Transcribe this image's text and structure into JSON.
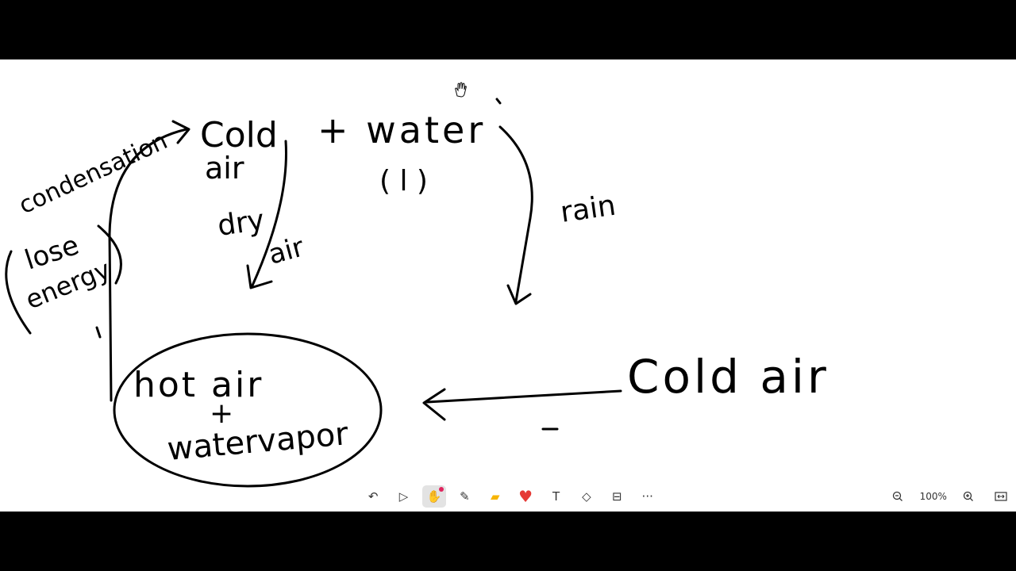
{
  "board": {
    "labels": {
      "condensation": "condensation",
      "cold_air_top_1": "Cold",
      "cold_air_top_2": "air",
      "plus_water": "+ water",
      "liquid": "( l )",
      "dry": "dry",
      "air_small": "air",
      "rain": "rain",
      "lose": "lose",
      "energy": "energy",
      "hot_air": "hot air",
      "plus": "+",
      "water_vapor": "watervapor",
      "cold_air_right": "Cold air"
    }
  },
  "toolbar": {
    "tools": [
      {
        "name": "undo-icon",
        "glyph": "↶"
      },
      {
        "name": "select-icon",
        "glyph": "▷"
      },
      {
        "name": "hand-icon",
        "glyph": "✋"
      },
      {
        "name": "pen-icon",
        "glyph": "✎"
      },
      {
        "name": "sticky-note-icon",
        "glyph": "▰"
      },
      {
        "name": "heart-icon",
        "glyph": "♥"
      },
      {
        "name": "text-icon",
        "glyph": "T"
      },
      {
        "name": "shapes-icon",
        "glyph": "◇"
      },
      {
        "name": "frame-icon",
        "glyph": "⊟"
      },
      {
        "name": "more-icon",
        "glyph": "···"
      }
    ],
    "active_tool": "hand-icon",
    "accent": "#e0245e",
    "sticky_color": "#f7b500",
    "heart_color": "#e53935"
  },
  "zoom": {
    "level": "100%",
    "zoom_out_icon": "zoom-out-icon",
    "zoom_in_icon": "zoom-in-icon",
    "fit_icon": "fit-width-icon"
  }
}
